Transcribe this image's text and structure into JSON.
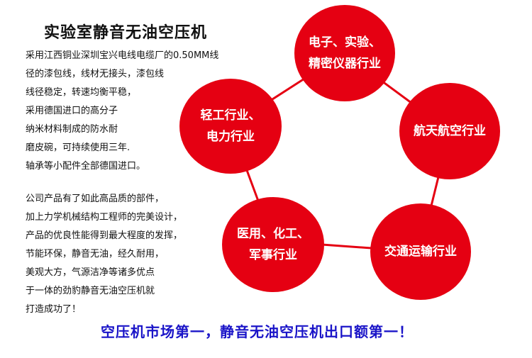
{
  "title": "实验室静音无油空压机",
  "paragraph1": [
    "采用江西铜业深圳宝兴电线电缆厂的0.50MM线",
    "径的漆包线，线材无接头，漆包线",
    "线径稳定，转速均衡平稳，",
    "采用德国进口的高分子",
    "纳米材料制成的防水耐",
    "磨皮碗，可持续使用三年.",
    "轴承等小配件全部德国进口。"
  ],
  "paragraph2": [
    "公司产品有了如此高品质的部件，",
    "加上力学机械结构工程师的完美设计，",
    "产品的优良性能得到最大程度的发挥，",
    "节能环保，静音无油，经久耐用，",
    "美观大方，气源洁净等诸多优点",
    "于一体的劲豹静音无油空压机就",
    "打造成功了！"
  ],
  "industries": [
    {
      "lines": [
        "电子、实验、",
        "精密仪器行业"
      ]
    },
    {
      "lines": [
        "航天航空行业"
      ]
    },
    {
      "lines": [
        "交通运输行业"
      ]
    },
    {
      "lines": [
        "医用、化工、",
        "军事行业"
      ]
    },
    {
      "lines": [
        "轻工行业、",
        "电力行业"
      ]
    }
  ],
  "slogan": "空压机市场第一，静音无油空压机出口额第一！",
  "colors": {
    "circle_red": "#e50012",
    "slogan_blue": "#1a14c8"
  }
}
